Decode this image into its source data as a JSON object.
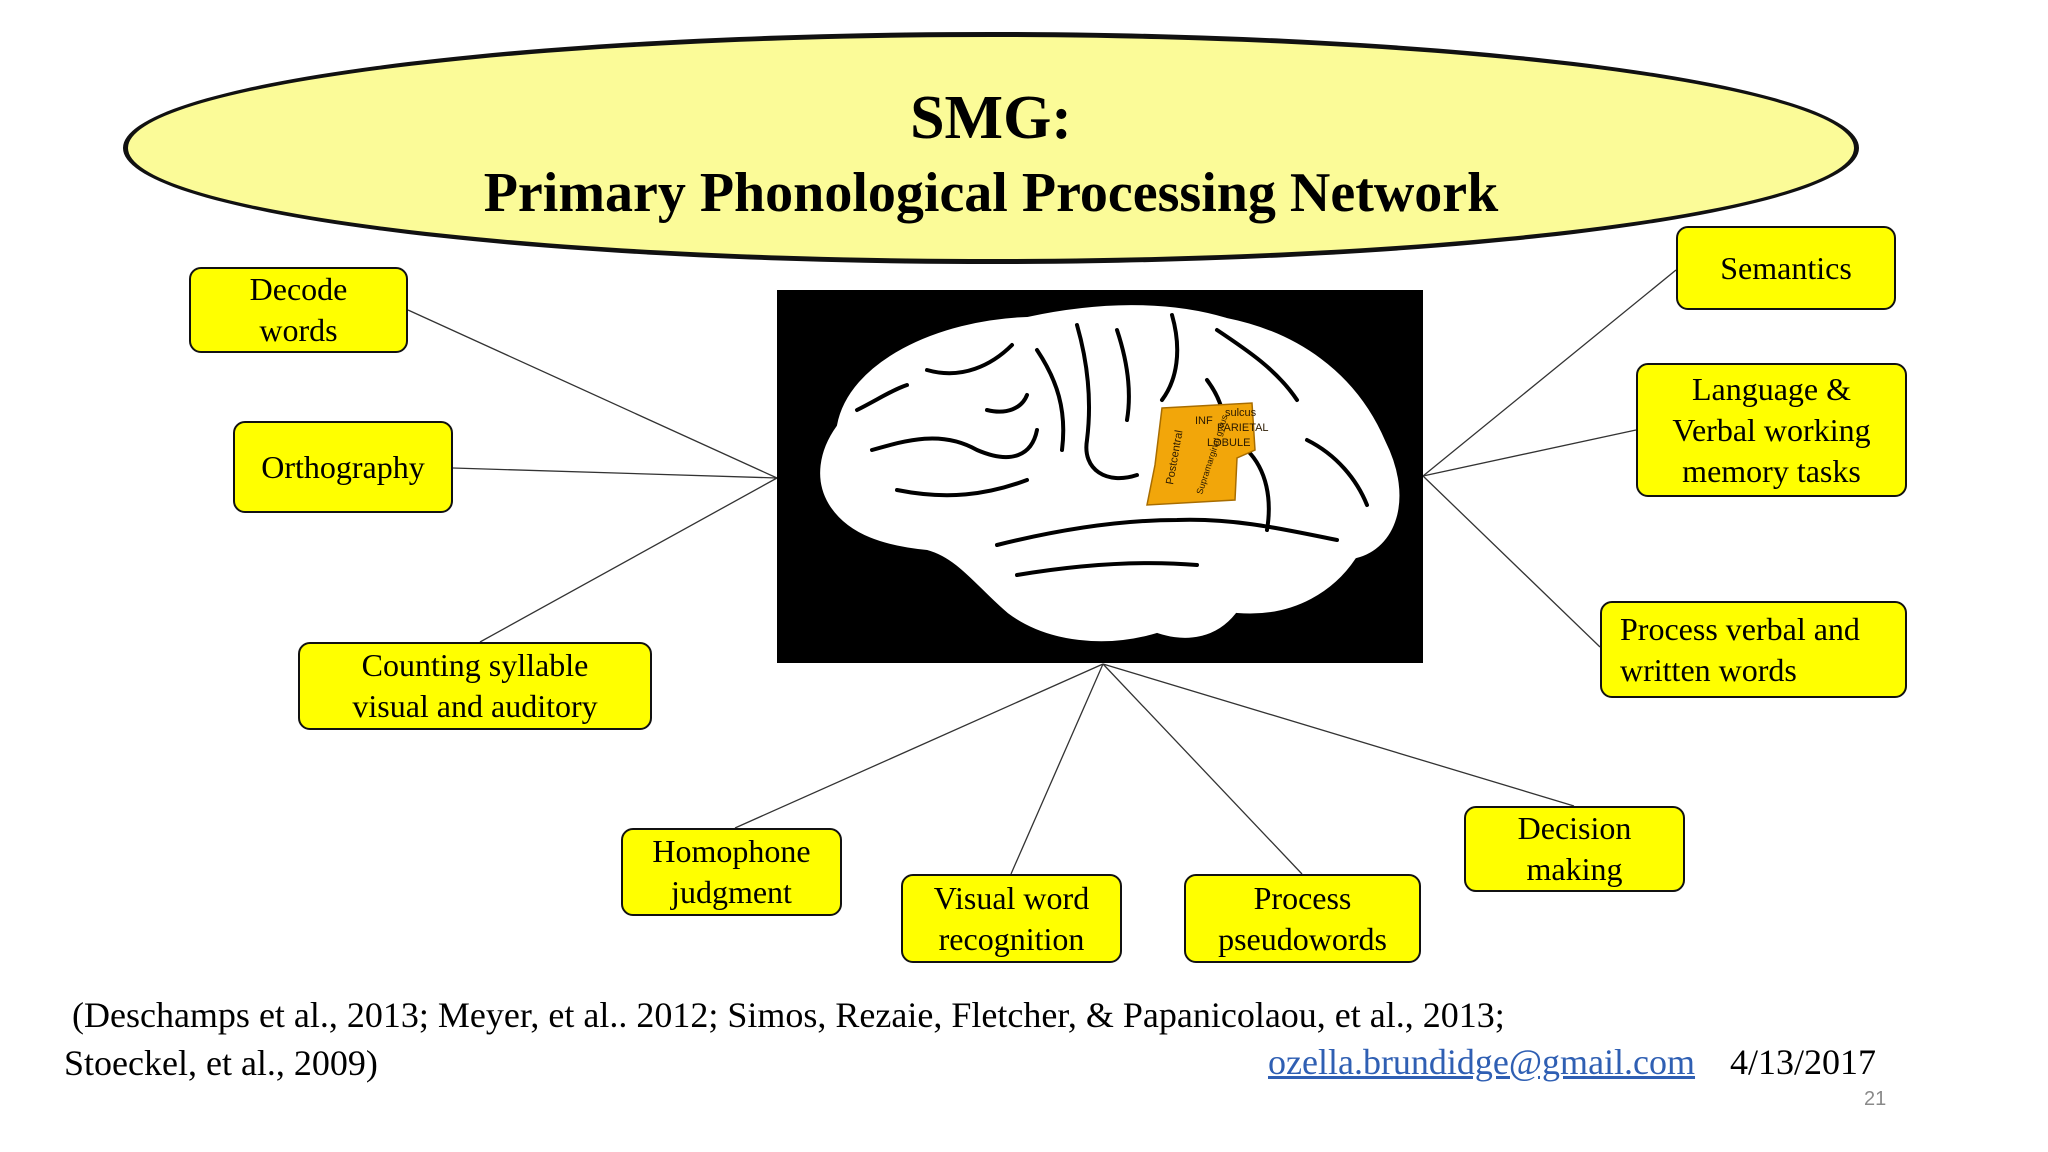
{
  "title": {
    "main": "SMG:",
    "sub": "Primary Phonological Processing Network"
  },
  "brain": {
    "labels": [
      "Postcentral",
      "INF",
      "sulcus",
      "PARIETAL",
      "LOBULE",
      "Supramarginal gyrus"
    ],
    "highlight_color": "#f2a60a"
  },
  "nodes": {
    "decode_words": [
      "Decode",
      "words"
    ],
    "orthography": [
      "Orthography"
    ],
    "counting_syllable": [
      "Counting syllable",
      "visual and auditory"
    ],
    "semantics": [
      "Semantics"
    ],
    "language_verbal": [
      "Language &",
      "Verbal working",
      "memory tasks"
    ],
    "process_verbal": [
      "Process verbal and",
      "written words"
    ],
    "homophone": [
      "Homophone",
      "judgment"
    ],
    "visual_word": [
      "Visual word",
      "recognition"
    ],
    "process_pseudowords": [
      "Process",
      "pseudowords"
    ],
    "decision_making": [
      "Decision",
      "making"
    ]
  },
  "footer": {
    "citation_line1": "(Deschamps et al., 2013; Meyer, et al.. 2012; Simos, Rezaie, Fletcher, & Papanicolaou, et al., 2013;",
    "citation_line2": "Stoeckel, et al., 2009)",
    "email": "ozella.brundidge@gmail.com",
    "date": "4/13/2017",
    "page_number": "21"
  },
  "colors": {
    "node_fill": "#ffff00",
    "title_fill": "#fbfb98",
    "link": "#2f5fb3"
  }
}
